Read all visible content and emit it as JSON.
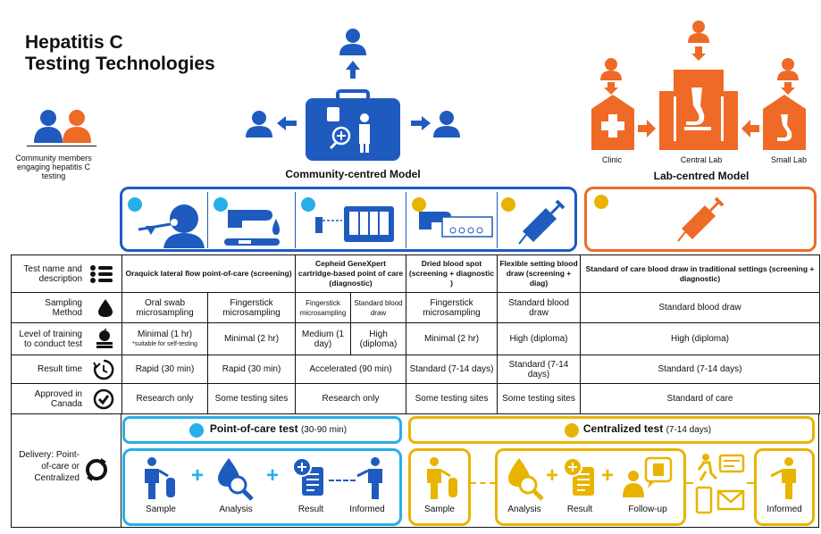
{
  "title": {
    "line1": "Hepatitis C",
    "line2": "Testing Technologies"
  },
  "community_caption": "Community members engaging hepatitis C testing",
  "community_model_label": "Community-centred Model",
  "lab_model": {
    "label": "Lab-centred Model",
    "clinic": "Clinic",
    "central_lab": "Central Lab",
    "small_lab": "Small Lab"
  },
  "colors": {
    "blue": "#1f5bbf",
    "orange": "#ee6a26",
    "cyan": "#28aee8",
    "yellow": "#e8b400"
  },
  "table": {
    "rows": [
      {
        "label": "Test name and description",
        "cells": [
          {
            "text": "Oraquick lateral flow point-of-care (screening)",
            "span": 2
          },
          {
            "text": "Cepheid GeneXpert cartridge-based point of care (diagnostic)",
            "span": 2
          },
          {
            "text": "Dried blood spot (screening + diagnostic )",
            "span": 1
          },
          {
            "text": "Flexible setting blood draw (screening + diag)",
            "span": 1
          },
          {
            "text": "Standard of care blood draw in traditional settings (screening + diagnostic)",
            "span": 1
          }
        ]
      },
      {
        "label": "Sampling Method",
        "cells": [
          {
            "text": "Oral swab microsampling",
            "span": 1
          },
          {
            "text": "Fingerstick microsampling",
            "span": 1
          },
          {
            "text": "Fingerstick microsampling",
            "span": 1
          },
          {
            "text": "Standard blood draw",
            "span": 1
          },
          {
            "text": "Fingerstick microsampling",
            "span": 1
          },
          {
            "text": "Standard blood draw",
            "span": 1
          },
          {
            "text": "Standard blood draw",
            "span": 1
          }
        ]
      },
      {
        "label": "Level of training to conduct test",
        "cells": [
          {
            "text": "Minimal (1 hr)",
            "note": "*suitable for self-testing",
            "span": 1
          },
          {
            "text": "Minimal (2 hr)",
            "span": 1
          },
          {
            "text": "Medium (1 day)",
            "span": 1
          },
          {
            "text": "High (diploma)",
            "span": 1
          },
          {
            "text": "Minimal (2 hr)",
            "span": 1
          },
          {
            "text": "High (diploma)",
            "span": 1
          },
          {
            "text": "High (diploma)",
            "span": 1
          }
        ]
      },
      {
        "label": "Result time",
        "cells": [
          {
            "text": "Rapid (30 min)",
            "span": 1
          },
          {
            "text": "Rapid (30 min)",
            "span": 1
          },
          {
            "text": "Accelerated (90 min)",
            "span": 2
          },
          {
            "text": "Standard (7-14 days)",
            "span": 1
          },
          {
            "text": "Standard (7-14 days)",
            "span": 1
          },
          {
            "text": "Standard (7-14 days)",
            "span": 1
          }
        ]
      },
      {
        "label": "Approved in Canada",
        "cells": [
          {
            "text": "Research only",
            "span": 1
          },
          {
            "text": "Some testing sites",
            "span": 1
          },
          {
            "text": "Research only",
            "span": 2
          },
          {
            "text": "Some testing sites",
            "span": 1
          },
          {
            "text": "Some testing sites",
            "span": 1
          },
          {
            "text": "Standard of care",
            "span": 1
          }
        ]
      }
    ]
  },
  "delivery": {
    "label": "Delivery: Point-of-care or Centralized",
    "poc": {
      "title": "Point-of-care test",
      "duration": "(30-90 min)",
      "steps": [
        "Sample",
        "Analysis",
        "Result",
        "Informed"
      ]
    },
    "centralized": {
      "title": "Centralized test",
      "duration": "(7-14 days)",
      "steps": [
        "Sample",
        "Analysis",
        "Result",
        "Follow-up",
        "Informed"
      ]
    }
  }
}
